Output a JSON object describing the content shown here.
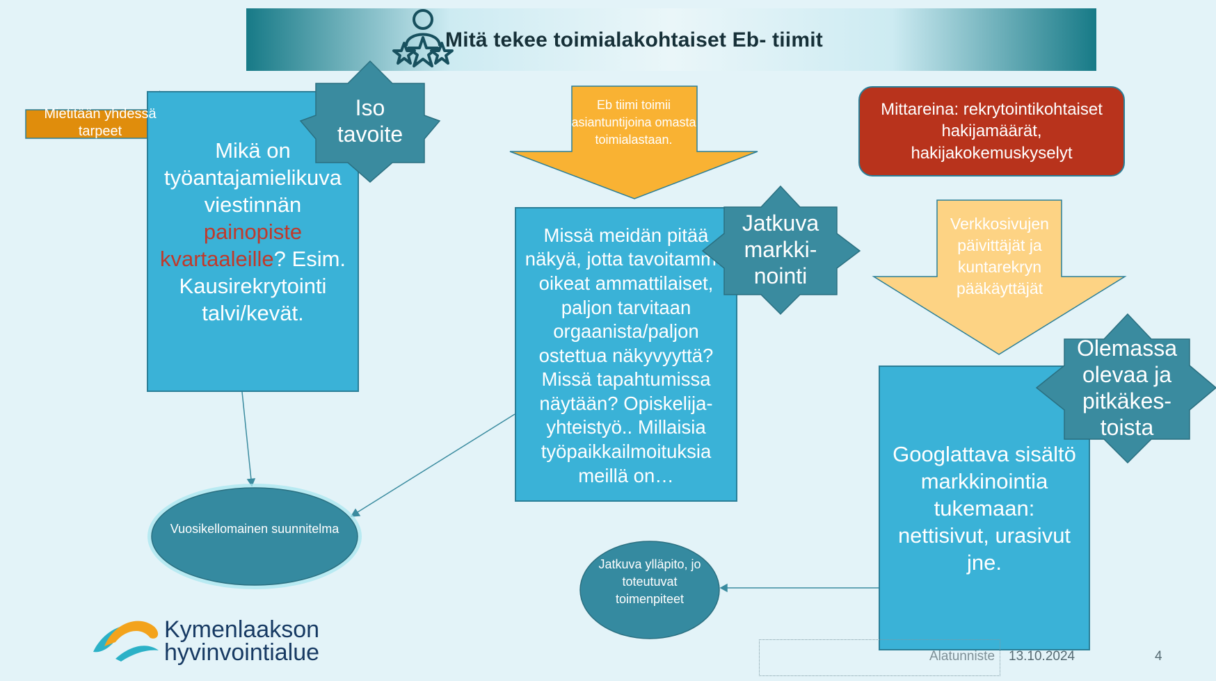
{
  "title": "Mitä tekee toimialakohtaiset Eb- tiimit",
  "arrow_left_label": "Mietitään yhdessä tarpeet",
  "box1": {
    "line_a": "Mikä on työantajamielikuva viestinnän",
    "highlight": "painopiste kvartaaleille",
    "line_b": "? Esim. Kausirekrytointi talvi/kevät."
  },
  "star_iso": "Iso tavoite",
  "gold_arrow_label": "Eb tiimi toimii asiantuntijoina omasta toimialastaan.",
  "box2_text": "Missä meidän pitää näkyä, jotta tavoitamme oikeat ammattilaiset, paljon tarvitaan orgaanista/paljon ostettua näkyvyyttä? Missä tapahtumissa näytään? Opiskelija-yhteistyö.. Millaisia työpaikkailmoituksia meillä on…",
  "star_jatkuva": "Jatkuva markki-nointi",
  "red_box_text": "Mittareina: rekrytointikohtaiset hakijamäärät, hakijakokemuskyselyt",
  "peach_arrow_label": "Verkkosivujen päivittäjät ja kuntarekryn pääkäyttäjät",
  "star_olemassa": "Olemassa olevaa ja pitkäkes-toista",
  "box3_text": "Googlattava sisältö markkinointia tukemaan: nettisivut, urasivut jne.",
  "ellipse1_text": "Vuosikellomainen suunnitelma",
  "ellipse2_text": "Jatkuva ylläpito, jo toteutuvat toimenpiteet",
  "logo": {
    "line1": "Kymenlaakson",
    "line2": "hyvinvointialue"
  },
  "footer": {
    "label": "Alatunniste",
    "date": "13.10.2024",
    "page": "4"
  },
  "icons": [
    "person-stars-icon",
    "wave-logo-icon"
  ],
  "colors": {
    "box_blue": "#3ab2d7",
    "star_teal": "#3a8b9f",
    "arrow_orange": "#e08d0c",
    "arrow_gold": "#f9b233",
    "arrow_peach": "#fdd384",
    "red_box": "#b8331c",
    "ellipse_teal": "#358aa0",
    "title_text": "#163038"
  }
}
